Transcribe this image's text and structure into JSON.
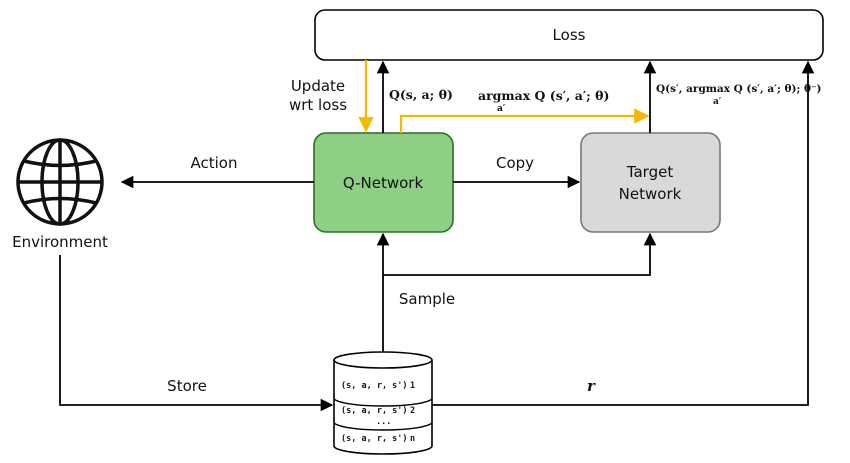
{
  "nodes": {
    "loss": "Loss",
    "q_network": "Q-Network",
    "target_network_line1": "Target",
    "target_network_line2": "Network",
    "environment": "Environment"
  },
  "edges": {
    "action": "Action",
    "copy": "Copy",
    "sample": "Sample",
    "store": "Store",
    "reward": "r",
    "update_line1": "Update",
    "update_line2": "wrt loss",
    "q_online": "Q(s, a; θ)",
    "argmax_main": "argmax Q (s′, a′; θ)",
    "argmax_sub": "a′",
    "target_q_main": "Q(s′, argmax Q (s′, a′; θ); θ⁻)",
    "target_q_sub": "a′"
  },
  "replay_buffer": {
    "rows": [
      {
        "tuple": "(s, a, r, s')",
        "index": "1"
      },
      {
        "tuple": "(s, a, r, s')",
        "index": "2"
      },
      {
        "tuple": "(s, a, r, s')",
        "index": "n"
      }
    ],
    "ellipsis": "..."
  },
  "colors": {
    "q_network_fill": "#8fcf85",
    "q_network_stroke": "#2f6d2a",
    "target_fill": "#d9d9d9",
    "target_stroke": "#777777",
    "loss_fill": "#ffffff",
    "update_arrow": "#f5b800",
    "line": "#000000"
  },
  "icons": {
    "environment": "globe-icon",
    "replay_buffer": "database-icon"
  }
}
